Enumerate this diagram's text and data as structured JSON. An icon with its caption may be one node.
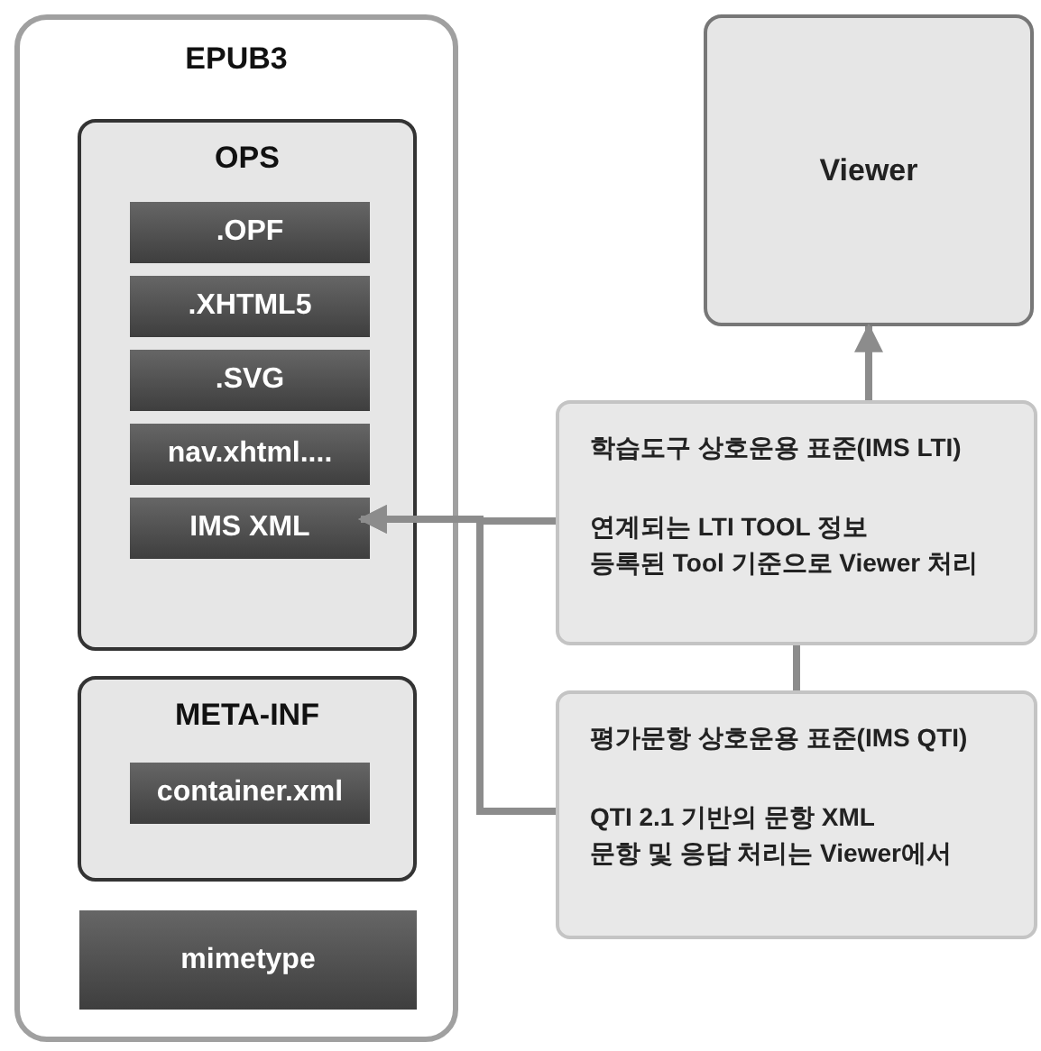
{
  "diagram": {
    "nodes": [
      {
        "text": [
          "EPUB3"
        ]
      },
      {
        "text": [
          "OPS"
        ],
        "in": 0
      },
      {
        "text": [
          ".OPF"
        ],
        "in": 1
      },
      {
        "text": [
          ".XHTML5"
        ],
        "in": 1
      },
      {
        "text": [
          ".SVG"
        ],
        "in": 1
      },
      {
        "text": [
          "nav.xhtml...."
        ],
        "in": 1
      },
      {
        "text": [
          "IMS XML"
        ],
        "in": 1
      },
      {
        "text": [
          "META-INF"
        ],
        "in": 0
      },
      {
        "text": [
          "container.xml"
        ],
        "in": 7
      },
      {
        "text": [
          "mimetype"
        ],
        "in": 0
      },
      {
        "text": [
          "Viewer"
        ]
      },
      {
        "text": [
          "학습도구 상호운용 표준(IMS LTI)",
          "연계되는 LTI TOOL 정보",
          "등록된 Tool 기준으로 Viewer 처리"
        ]
      },
      {
        "text": [
          "평가문항 상호운용 표준(IMS QTI)",
          "QTI 2.1 기반의 문항 XML",
          "문항 및 응답 처리는 Viewer에서"
        ]
      }
    ],
    "edges": [
      {
        "from": 11,
        "to": 10,
        "arrow": "to"
      },
      {
        "from": 12,
        "to": 11,
        "arrow": "none"
      },
      {
        "from": 11,
        "to": 6,
        "arrow": "to"
      },
      {
        "from": 12,
        "to": 6,
        "arrow": "to"
      }
    ]
  }
}
